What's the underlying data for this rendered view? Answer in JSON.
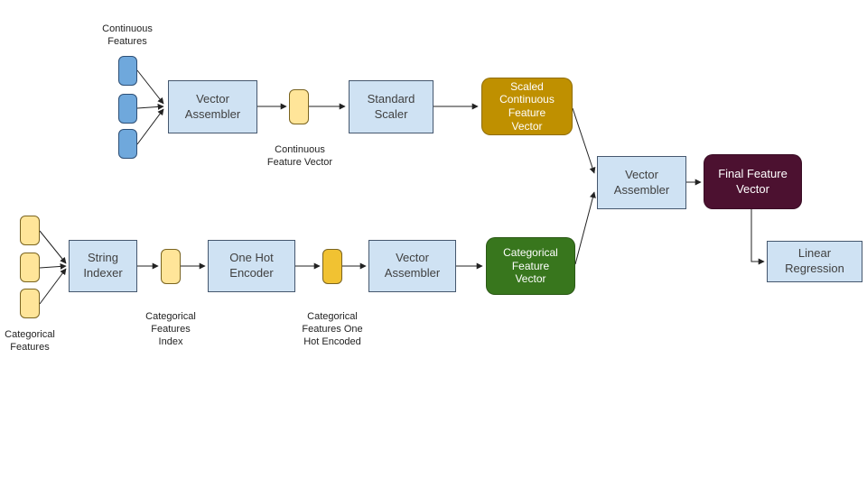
{
  "nodes": {
    "continuous_features": {
      "label": "Continuous\nFeatures"
    },
    "vector_assembler_top": {
      "label": "Vector\nAssembler"
    },
    "continuous_feature_vector": {
      "label": "Continuous\nFeature Vector"
    },
    "standard_scaler": {
      "label": "Standard\nScaler"
    },
    "scaled_continuous_feature_vector": {
      "label": "Scaled\nContinuous\nFeature\nVector"
    },
    "categorical_features": {
      "label": "Categorical\nFeatures"
    },
    "string_indexer": {
      "label": "String\nIndexer"
    },
    "categorical_features_index": {
      "label": "Categorical\nFeatures\nIndex"
    },
    "one_hot_encoder": {
      "label": "One Hot\nEncoder"
    },
    "categorical_features_one_hot": {
      "label": "Categorical\nFeatures One\nHot Encoded"
    },
    "vector_assembler_bottom": {
      "label": "Vector\nAssembler"
    },
    "categorical_feature_vector": {
      "label": "Categorical\nFeature\nVector"
    },
    "vector_assembler_final": {
      "label": "Vector\nAssembler"
    },
    "final_feature_vector": {
      "label": "Final Feature\nVector"
    },
    "linear_regression": {
      "label": "Linear\nRegression"
    }
  },
  "colors": {
    "process_fill": "#cfe2f3",
    "blue_item_fill": "#6fa8dc",
    "yellow_item_fill": "#ffe599",
    "orange_item_fill": "#f1c232",
    "gold_fill": "#bf9000",
    "green_fill": "#38761d",
    "maroon_fill": "#4c1130",
    "text_dark": "#404040",
    "text_light": "#ffffff",
    "arrow_color": "#222222"
  }
}
